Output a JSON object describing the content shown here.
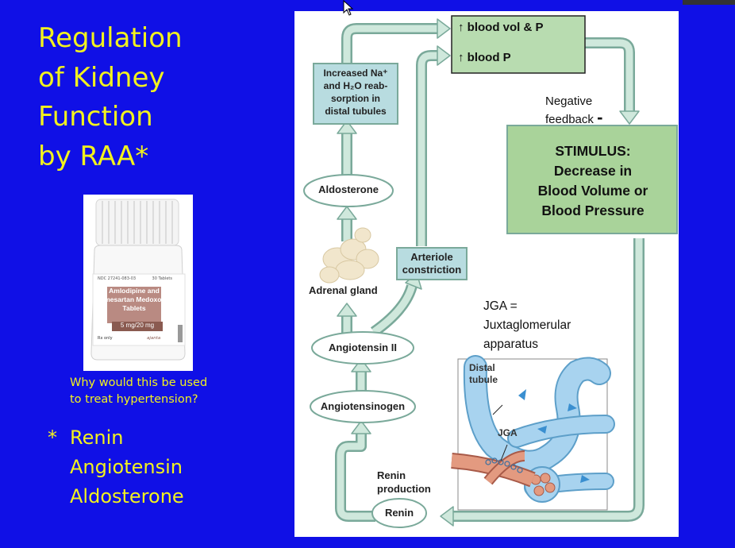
{
  "slide": {
    "title_lines": [
      "Regulation",
      "of Kidney",
      "Function",
      "by RAA*"
    ],
    "question_lines": [
      "Why would this be used",
      "to treat hypertension?"
    ],
    "footnote_marker": "*",
    "footnote_lines": [
      "Renin",
      "Angiotensin",
      "Aldosterone"
    ]
  },
  "pill_bottle": {
    "ndc": "NDC 27241-083-03",
    "count": "30 Tablets",
    "drug_lines": [
      "Amlodipine and",
      "Olmesartan Medoxomil",
      "Tablets"
    ],
    "dose": "5 mg/20 mg",
    "rx": "Rx only",
    "maker": "ajanta"
  },
  "diagram": {
    "blood_vol_p": "blood vol & P",
    "blood_p": "blood P",
    "up_arrow": "↑",
    "na_box_lines": [
      "Increased Na⁺",
      "and H₂O reab-",
      "sorption in",
      "distal tubules"
    ],
    "negative_feedback_lines": [
      "Negative",
      "feedback"
    ],
    "negative_sign": "-",
    "stimulus_lines": [
      "STIMULUS:",
      "Decrease in",
      "Blood Volume or",
      "Blood Pressure"
    ],
    "aldosterone": "Aldosterone",
    "adrenal_gland": "Adrenal gland",
    "arteriole_lines": [
      "Arteriole",
      "constriction"
    ],
    "angiotensin_ii": "Angiotensin II",
    "angiotensinogen": "Angiotensinogen",
    "renin_production_lines": [
      "Renin",
      "production"
    ],
    "renin": "Renin",
    "jga_def_lines": [
      "JGA =",
      "Juxtaglomerular",
      "apparatus"
    ],
    "distal_tubule_lines": [
      "Distal",
      "tubule"
    ],
    "jga_label": "JGA"
  },
  "colors": {
    "background": "#1010e6",
    "title_yellow": "#f2f21e",
    "arrow_green": "#cfe8dc",
    "arrow_stroke": "#7aa99a",
    "box_green": "#b8dcb0",
    "box_teal": "#b8dce0",
    "stimulus_green": "#a9d39a",
    "tubule_blue": "#8fc3e8",
    "artery_red": "#d9826a"
  }
}
